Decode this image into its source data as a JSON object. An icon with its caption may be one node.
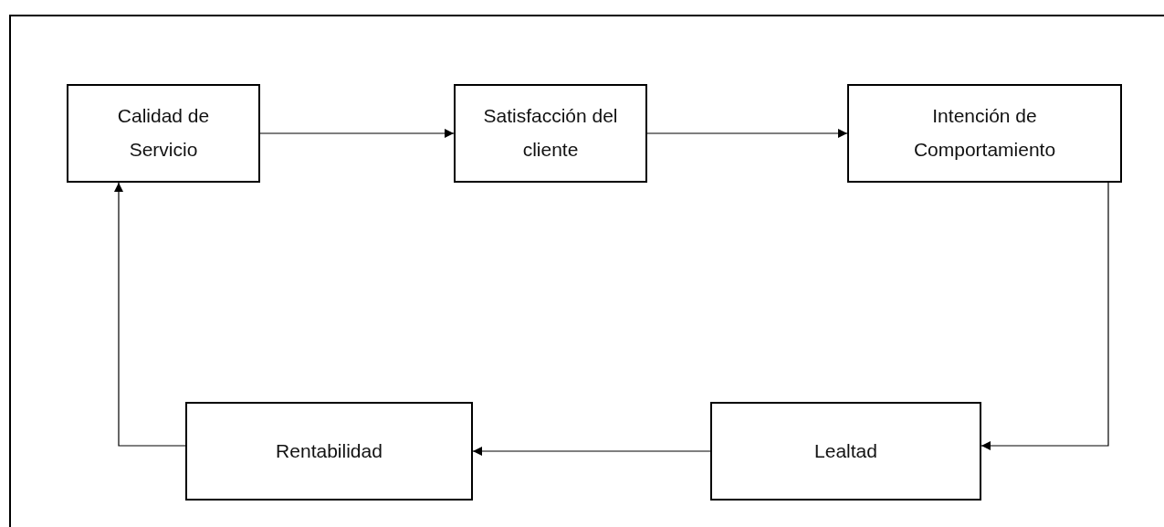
{
  "diagram": {
    "nodes": [
      {
        "text": [
          "Calidad de Servicio"
        ]
      },
      {
        "text": [
          "Satisfacción del cliente"
        ]
      },
      {
        "text": [
          "Intención de Comportamiento"
        ]
      },
      {
        "text": [
          "Rentabilidad"
        ]
      },
      {
        "text": [
          "Lealtad"
        ]
      }
    ],
    "edges": [
      {
        "from": 0,
        "to": 1,
        "arrow": "to"
      },
      {
        "from": 1,
        "to": 2,
        "arrow": "to"
      },
      {
        "from": 2,
        "to": 4,
        "arrow": "to"
      },
      {
        "from": 4,
        "to": 3,
        "arrow": "to"
      },
      {
        "from": 3,
        "to": 0,
        "arrow": "to"
      }
    ]
  }
}
